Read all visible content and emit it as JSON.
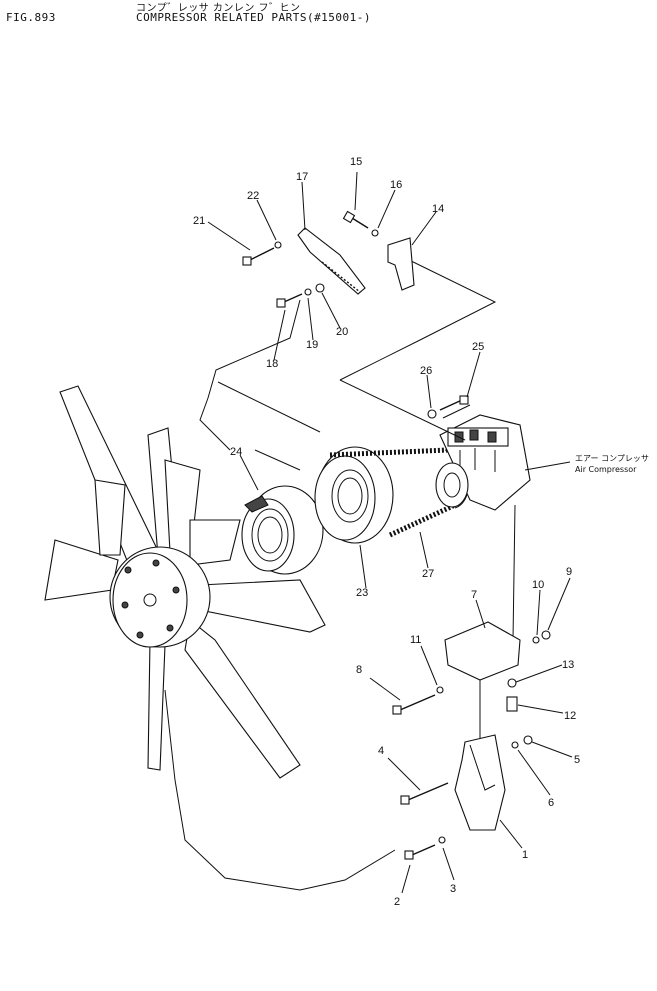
{
  "header": {
    "fig_number": "FIG.893",
    "title_jp": "コンプ゛レッサ カンレン フ゛ヒン",
    "title_en": "COMPRESSOR RELATED PARTS(#15001-)"
  },
  "annotation": {
    "jp": "エアー コンプレッサ",
    "en": "Air Compressor"
  },
  "callouts": [
    "1",
    "2",
    "3",
    "4",
    "5",
    "6",
    "7",
    "8",
    "9",
    "10",
    "11",
    "12",
    "13",
    "14",
    "15",
    "16",
    "17",
    "18",
    "19",
    "20",
    "21",
    "22",
    "23",
    "24",
    "25",
    "26",
    "27"
  ]
}
